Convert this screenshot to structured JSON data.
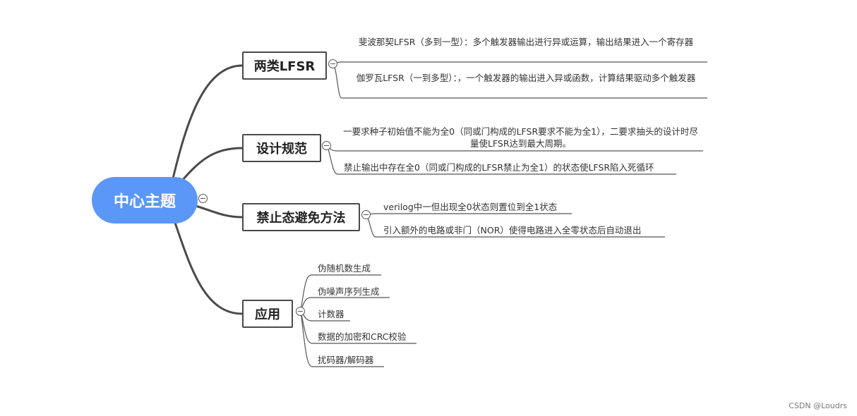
{
  "root": {
    "label": "中心主题"
  },
  "branches": [
    {
      "label": "两类LFSR",
      "leaves": [
        "斐波那契LFSR（多到一型）：多个触发器输出进行异或运算，输出结果进入一个寄存器",
        "伽罗瓦LFSR（一到多型）：，一个触发器的输出进入异或函数，计算结果驱动多个触发器"
      ]
    },
    {
      "label": "设计规范",
      "leaves": [
        "一要求种子初始值不能为全0（同或门构成的LFSR要求不能为全1），二要求抽头的设计时尽量使LFSR达到最大周期。",
        "禁止输出中存在全0（同或门构成的LFSR禁止为全1）的状态使LFSR陷入死循环"
      ]
    },
    {
      "label": "禁止态避免方法",
      "leaves": [
        "verilog中一但出现全0状态则置位到全1状态",
        "引入额外的电路或非门（NOR）使得电路进入全零状态后自动退出"
      ]
    },
    {
      "label": "应用",
      "leaves": [
        "伪随机数生成",
        "伪噪声序列生成",
        "计数器",
        "数据的加密和CRC校验",
        "扰码器/解码器"
      ]
    }
  ],
  "watermark": "CSDN @Loudrs",
  "colors": {
    "root_fill": "#5b97f7",
    "line": "#4a4a4a",
    "leaf_line": "#555555"
  }
}
